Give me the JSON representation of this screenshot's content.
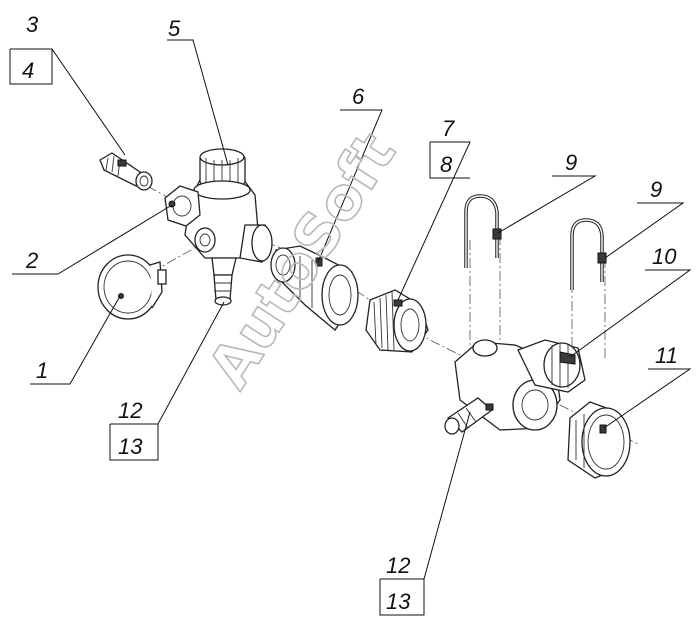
{
  "labels": {
    "l1": "1",
    "l2": "2",
    "l3": "3",
    "l4": "4",
    "l5": "5",
    "l6": "6",
    "l7": "7",
    "l8": "8",
    "l9a": "9",
    "l9b": "9",
    "l10": "10",
    "l11": "11",
    "l12a": "12",
    "l13a": "13",
    "l12b": "12",
    "l13b": "13"
  },
  "watermark": "AutoSoft"
}
